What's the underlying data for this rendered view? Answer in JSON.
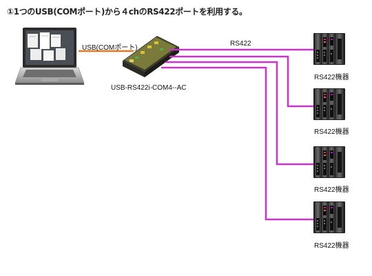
{
  "title": "①1つのUSB(COMポート)から４chのRS422ポートを利用する。",
  "usb_label": "USB(COMポート)",
  "rs422_label": "RS422",
  "converter_label": "USB-RS422i-COM4--AC",
  "devices": [
    {
      "label": "RS422機器"
    },
    {
      "label": "RS422機器"
    },
    {
      "label": "RS422機器"
    },
    {
      "label": "RS422機器"
    }
  ],
  "colors": {
    "usb_cable": "#e87722",
    "rs422_cable": "#cc33cc"
  },
  "icons": {
    "pc": "laptop-icon",
    "converter": "usb-rs422-converter-icon",
    "device": "plc-rack-icon"
  }
}
